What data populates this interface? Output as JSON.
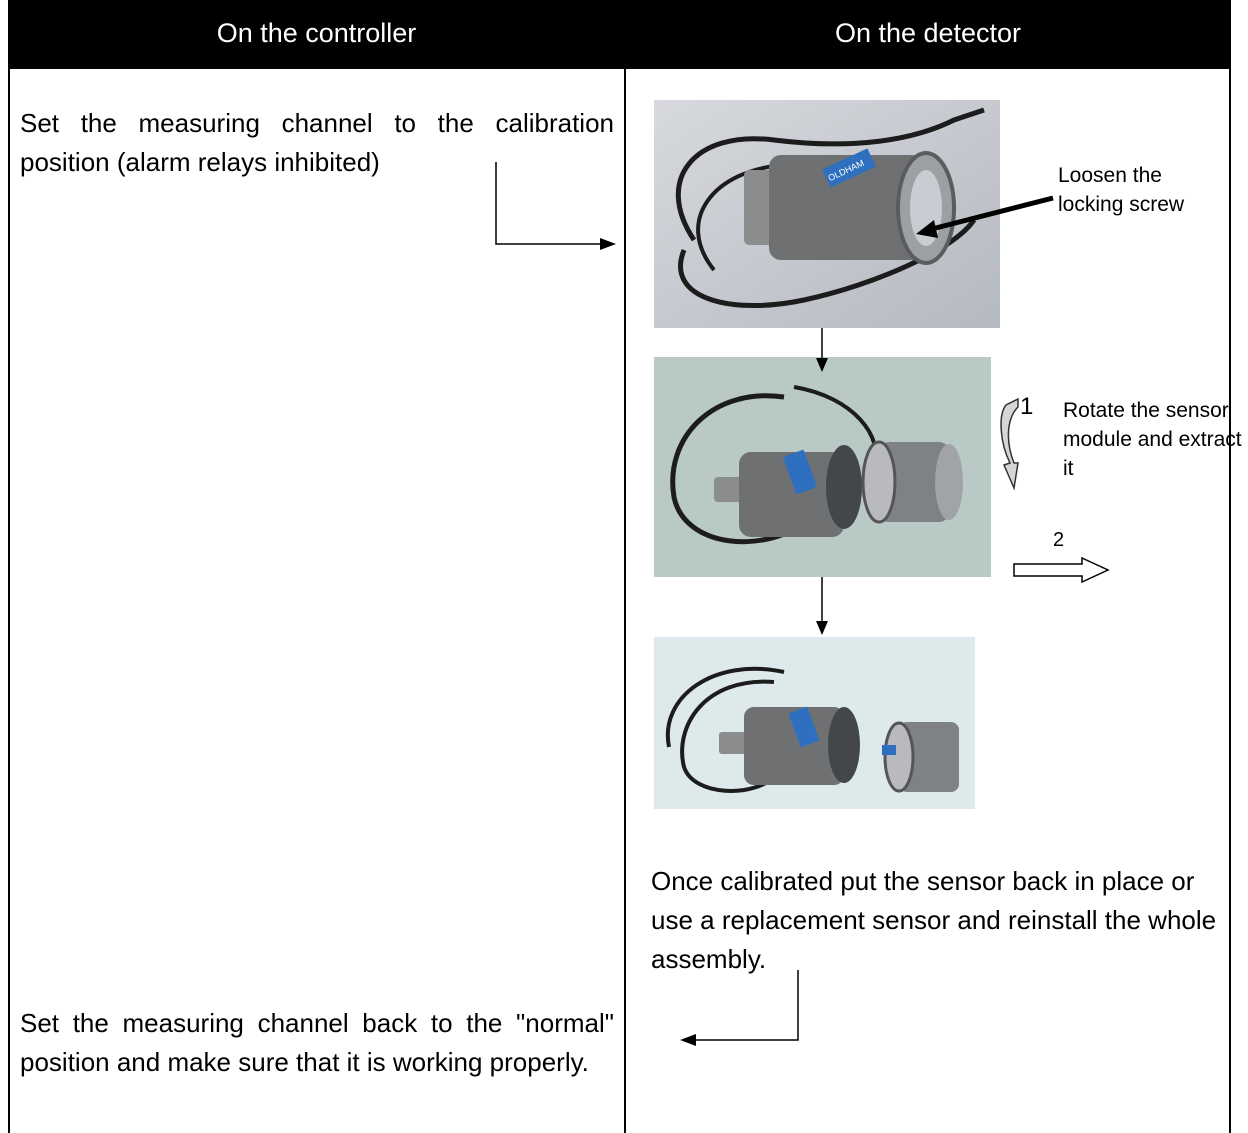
{
  "header": {
    "left": "On the controller",
    "right": "On the detector"
  },
  "controller": {
    "step_set_calibration": "Set the measuring channel to the calibration position (alarm relays inhibited)",
    "step_set_normal": "Set the measuring channel back to the \"normal\" position and make sure that it is working properly."
  },
  "detector": {
    "label_loosen": "Loosen the locking screw",
    "rotation_number": "1",
    "label_rotate": "Rotate the sensor module and extract it",
    "extract_number": "2",
    "label_reinstall": "Once calibrated put the sensor back in place or use a replacement sensor and reinstall the whole assembly.",
    "brand_text": "OLDHAM"
  },
  "colors": {
    "header_bg": "#000000",
    "header_text": "#ffffff",
    "photo1_bg": "#c9ccd3",
    "photo2_bg": "#b9c9c5",
    "photo3_bg": "#dde9ea",
    "housing_grey": "#6e7072",
    "label_blue": "#2f6fbf"
  }
}
